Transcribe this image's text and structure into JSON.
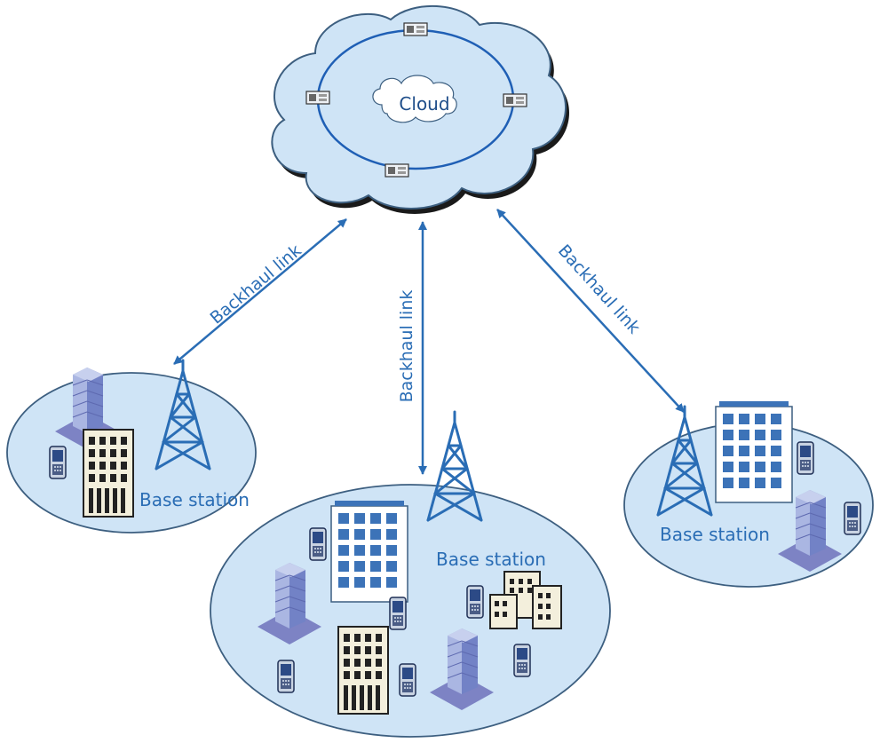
{
  "cloud": {
    "label": "Cloud"
  },
  "links": [
    {
      "label": "Backhaul link"
    },
    {
      "label": "Backhaul link"
    },
    {
      "label": "Backhaul link"
    }
  ],
  "cells": [
    {
      "label": "Base station"
    },
    {
      "label": "Base station"
    },
    {
      "label": "Base station"
    }
  ],
  "colors": {
    "cell_fill": "#cfe4f6",
    "cell_stroke": "#3d5f80",
    "link": "#2a6db5",
    "tower": "#2a6db5",
    "building_blue": "#3c73b8",
    "building_cream": "#f3efdc",
    "building_purple": "#8f9fd2"
  },
  "icons": [
    "cloud-icon",
    "router-icon",
    "tower-icon",
    "building-icon",
    "phone-icon"
  ]
}
